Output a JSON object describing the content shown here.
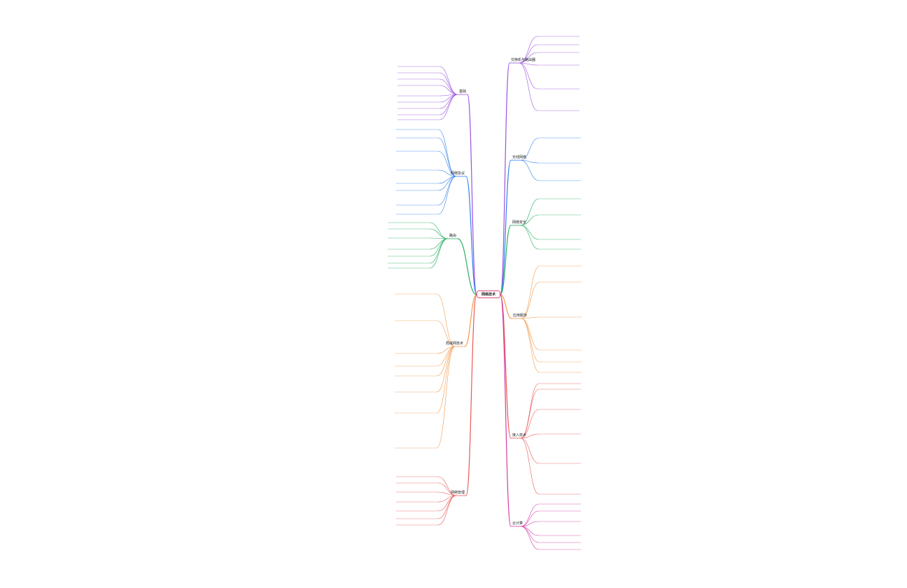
{
  "root": {
    "label": "网络技术"
  },
  "colors": {
    "purple": "#9b51e0",
    "blue": "#2f80ed",
    "green": "#27ae60",
    "orange": "#f2994a",
    "red": "#eb5757",
    "magenta": "#d63aa5",
    "root_border": "#e24a7a"
  },
  "branches": {
    "left": [
      {
        "label": "基础",
        "color": "purple"
      },
      {
        "label": "网络协议",
        "color": "blue"
      },
      {
        "label": "路由",
        "color": "green"
      },
      {
        "label": "局域网技术",
        "color": "orange"
      },
      {
        "label": "网络管理",
        "color": "red"
      }
    ],
    "right": [
      {
        "label": "交换机与路由器",
        "color": "purple"
      },
      {
        "label": "无线网络",
        "color": "blue"
      },
      {
        "label": "网络安全",
        "color": "green"
      },
      {
        "label": "应用服务",
        "color": "orange"
      },
      {
        "label": "接入技术",
        "color": "red"
      },
      {
        "label": "云计算",
        "color": "magenta"
      }
    ]
  }
}
